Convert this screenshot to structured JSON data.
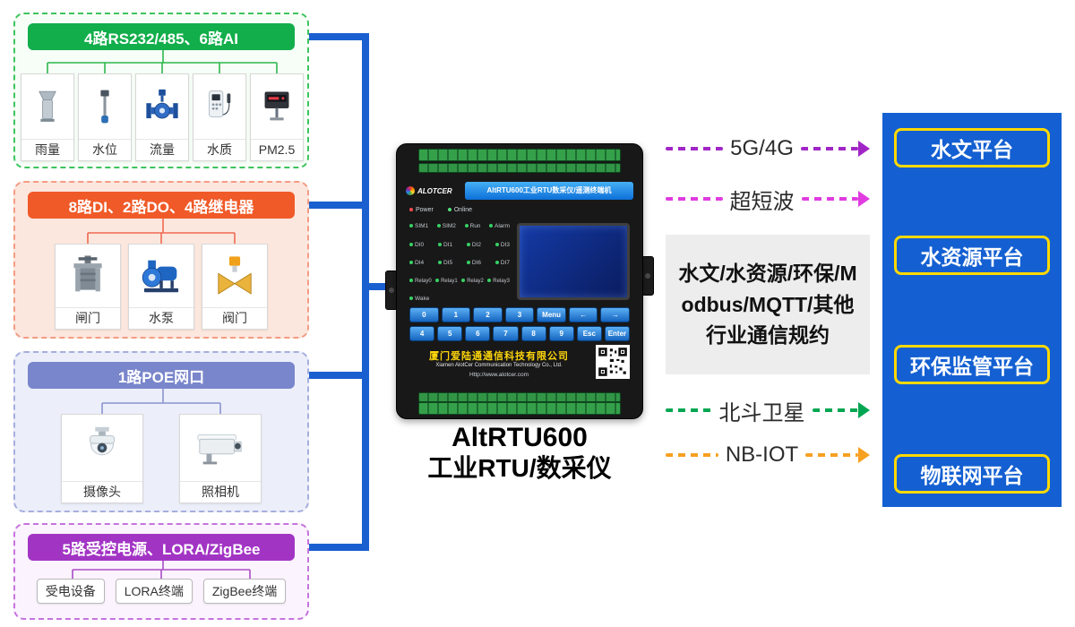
{
  "groups": [
    {
      "title": "4路RS232/485、6路AI",
      "header_color": "#12ae4b",
      "border_color": "#3cc45e",
      "line_color": "#2db84d",
      "bg_color": "#f7fdf7",
      "items": [
        {
          "label": "雨量",
          "icon": "rain-gauge-icon"
        },
        {
          "label": "水位",
          "icon": "water-level-sensor-icon"
        },
        {
          "label": "流量",
          "icon": "flow-meter-icon"
        },
        {
          "label": "水质",
          "icon": "water-quality-meter-icon"
        },
        {
          "label": "PM2.5",
          "icon": "pm25-monitor-icon"
        }
      ]
    },
    {
      "title": "8路DI、2路DO、4路继电器",
      "header_color": "#f05a28",
      "border_color": "#f49b84",
      "line_color": "#ef6a50",
      "bg_color": "#fce7de",
      "items": [
        {
          "label": "闸门",
          "icon": "sluice-gate-icon"
        },
        {
          "label": "水泵",
          "icon": "water-pump-icon"
        },
        {
          "label": "阀门",
          "icon": "valve-icon"
        }
      ]
    },
    {
      "title": "1路POE网口",
      "header_color": "#7986cb",
      "border_color": "#a6aedd",
      "line_color": "#8a93cf",
      "bg_color": "#eceffa",
      "items": [
        {
          "label": "摄像头",
          "icon": "ptz-camera-icon"
        },
        {
          "label": "照相机",
          "icon": "box-camera-icon"
        }
      ]
    },
    {
      "title": "5路受控电源、LORA/ZigBee",
      "header_color": "#a234c4",
      "border_color": "#c573dd",
      "line_color": "#ab4cc8",
      "bg_color": "#fbf3fd",
      "items": [
        {
          "label": "受电设备"
        },
        {
          "label": "LORA终端"
        },
        {
          "label": "ZigBee终端"
        }
      ]
    }
  ],
  "bus_color": "#1a5fd0",
  "device": {
    "brand": "ALOTCER",
    "panel_title": "AltRTU600工业RTU数采仪/遥测终端机",
    "indicators": {
      "power": "Power",
      "online": "Online"
    },
    "status_leds": [
      "SIM1",
      "SIM2",
      "Run",
      "Alarm"
    ],
    "di_labels_row1": [
      "DI0",
      "DI1",
      "DI2",
      "DI3"
    ],
    "di_labels_row2": [
      "DI4",
      "DI5",
      "DI6",
      "DI7"
    ],
    "relay_labels": [
      "Relay0",
      "Relay1",
      "Relay2",
      "Relay3"
    ],
    "wake_label": "Wake",
    "keys_row1": [
      "0",
      "1",
      "2",
      "3",
      "Menu",
      "←",
      "→"
    ],
    "keys_row2": [
      "4",
      "5",
      "6",
      "7",
      "8",
      "9",
      "Esc",
      "Enter"
    ],
    "company_cn": "厦门爱陆通通信科技有限公司",
    "company_en": "Xiamen AlotCer Communication Technology Co., Ltd.",
    "website": "Http://www.alotcer.com",
    "caption_line1": "AltRTU600",
    "caption_line2": "工业RTU/数采仪"
  },
  "links": [
    {
      "label": "5G/4G",
      "color": "#a126c6"
    },
    {
      "label": "超短波",
      "color": "#e03ce0"
    },
    {
      "label": "北斗卫星",
      "color": "#00a651"
    },
    {
      "label": "NB-IOT",
      "color": "#f7a021"
    }
  ],
  "protocol_box": {
    "text": "水文/水资源/环保/Modbus/MQTT/其他行业通信规约"
  },
  "platform_panel": {
    "bg_color": "#1460d2",
    "accent_color": "#ffd900",
    "platforms": [
      {
        "label": "水文平台"
      },
      {
        "label": "水资源平台"
      },
      {
        "label": "环保监管平台"
      },
      {
        "label": "物联网平台"
      }
    ]
  }
}
